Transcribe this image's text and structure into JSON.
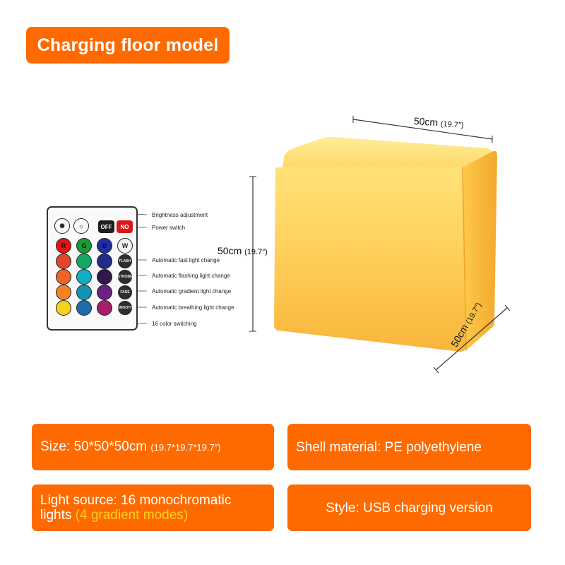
{
  "title": "Charging floor model",
  "dimensions": {
    "top": {
      "value": "50cm",
      "inch": "(19.7″)"
    },
    "left": {
      "value": "50cm",
      "inch": "(19.7″)"
    },
    "right": {
      "value": "50cm",
      "inch": "(19.7″)"
    }
  },
  "remote": {
    "top_buttons": {
      "off": "OFF",
      "on": "NO"
    },
    "color_row_labels": [
      "R",
      "G",
      "B",
      "W"
    ],
    "color_grid": [
      [
        "#e21414",
        "#1a9a33",
        "#1d2fa0"
      ],
      [
        "#e2452d",
        "#12a965",
        "#222b86"
      ],
      [
        "#ef6427",
        "#12aec3",
        "#30194a"
      ],
      [
        "#f38224",
        "#1392b6",
        "#6b1f80"
      ],
      [
        "#f4d31d",
        "#1b6ea8",
        "#a51f6b"
      ]
    ],
    "mode_buttons": [
      "FLASH",
      "STROBE",
      "FADE",
      "SMOOTH"
    ],
    "callouts": [
      "Brightness adjustment",
      "Power switch",
      "Automatic fast light change",
      "Automatic flashing light change",
      "Automatic gradient light change",
      "Automatic breathing light change",
      "16 color switching"
    ]
  },
  "specs": {
    "size_main": "Size: 50*50*50cm",
    "size_inch": "(19.7*19.7*19.7″)",
    "shell": "Shell material: PE polyethylene",
    "light_main": "Light source: 16 monochromatic lights",
    "light_accent": "(4 gradient modes)",
    "style": "Style: USB charging version"
  },
  "colors": {
    "accent": "#ff6a00",
    "cube_face": "#ffc94a",
    "highlight_text": "#ffd21c"
  }
}
